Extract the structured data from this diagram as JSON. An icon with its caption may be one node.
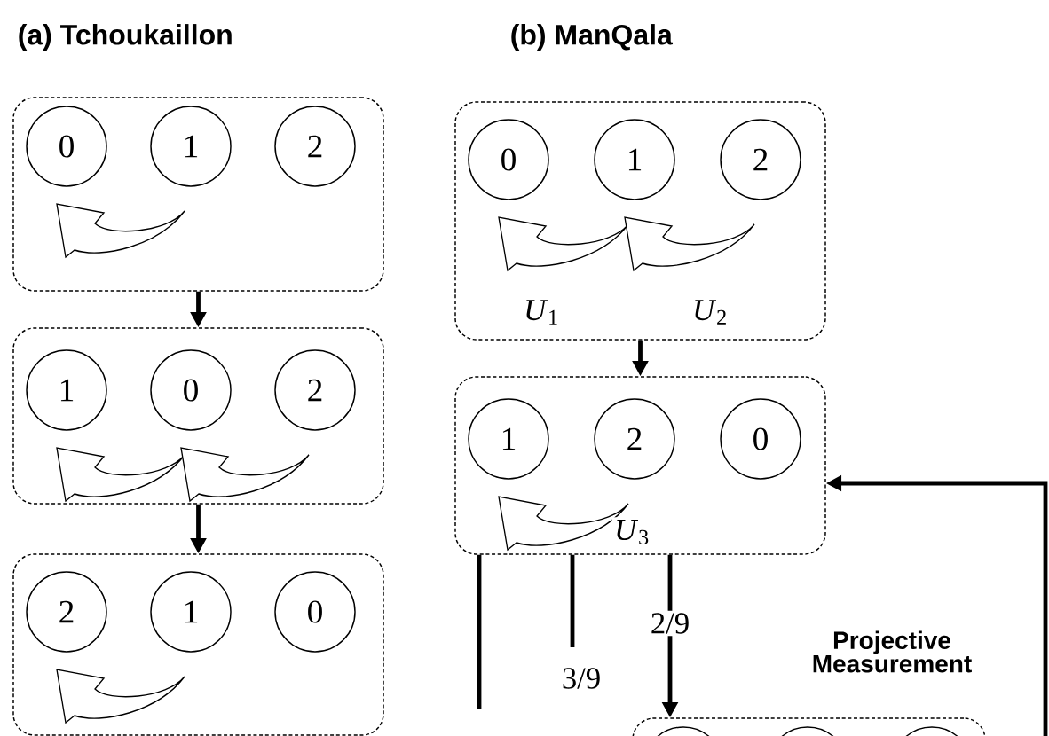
{
  "diagram": {
    "nodes": [
      {
        "text": [],
        "shape": "box"
      },
      {
        "text": [
          "0"
        ],
        "in": 0
      },
      {
        "text": [
          "1"
        ],
        "in": 0
      },
      {
        "text": [
          "2"
        ],
        "in": 0
      },
      {
        "text": [],
        "shape": "box"
      },
      {
        "text": [
          "1"
        ],
        "in": 4
      },
      {
        "text": [
          "0"
        ],
        "in": 4
      },
      {
        "text": [
          "2"
        ],
        "in": 4
      },
      {
        "text": [],
        "shape": "box"
      },
      {
        "text": [
          "2"
        ],
        "in": 8
      },
      {
        "text": [
          "1"
        ],
        "in": 8
      },
      {
        "text": [
          "0"
        ],
        "in": 8
      },
      {
        "text": [],
        "shape": "box"
      },
      {
        "text": [
          "0"
        ],
        "in": 12
      },
      {
        "text": [
          "1"
        ],
        "in": 12
      },
      {
        "text": [
          "2"
        ],
        "in": 12
      },
      {
        "text": [],
        "shape": "box"
      },
      {
        "text": [
          "1"
        ],
        "in": 16
      },
      {
        "text": [
          "2"
        ],
        "in": 16
      },
      {
        "text": [
          "0"
        ],
        "in": 16
      },
      {
        "text": [],
        "shape": "box"
      },
      {
        "text": [],
        "shape": "circle",
        "in": 20
      },
      {
        "text": [],
        "shape": "circle",
        "in": 20
      },
      {
        "text": [],
        "shape": "circle",
        "in": 20
      }
    ],
    "edges": [
      {
        "from": 0,
        "to": 4,
        "arrow": "to"
      },
      {
        "from": 4,
        "to": 8,
        "arrow": "to"
      },
      {
        "from": 12,
        "to": 16,
        "arrow": "to"
      },
      {
        "from": 16,
        "to": 20,
        "arrow": "to",
        "label": "2/9"
      },
      {
        "from": 16,
        "to": null,
        "arrow": "none",
        "label": "3/9"
      },
      {
        "from": 16,
        "to": null,
        "arrow": "none"
      },
      {
        "from": null,
        "to": 16,
        "arrow": "to"
      },
      {
        "from": 2,
        "to": 1,
        "arrow": "to"
      },
      {
        "from": 6,
        "to": 5,
        "arrow": "to"
      },
      {
        "from": 7,
        "to": 6,
        "arrow": "to"
      },
      {
        "from": 10,
        "to": 9,
        "arrow": "to"
      },
      {
        "from": 14,
        "to": 13,
        "arrow": "to",
        "label": "*U*$_{1}$"
      },
      {
        "from": 15,
        "to": 14,
        "arrow": "to",
        "label": "*U*$_{2}$"
      },
      {
        "from": 18,
        "to": 17,
        "arrow": "to",
        "label": "*U*$_{3}$"
      }
    ],
    "labels": [
      "(a) Tchoukaillon",
      "(b) ManQala",
      "Projective Measurement"
    ]
  }
}
